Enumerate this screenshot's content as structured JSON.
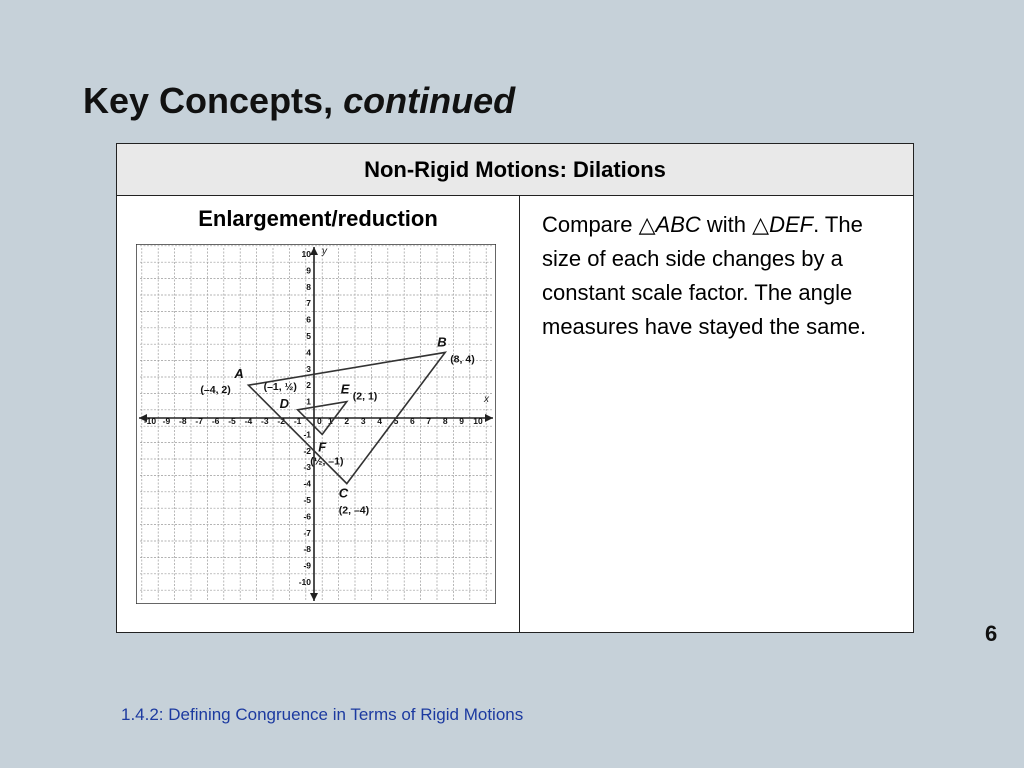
{
  "slide": {
    "title_main": "Key Concepts,",
    "title_italic": "continued",
    "page_number": "6",
    "footer": "1.4.2: Defining Congruence in Terms of Rigid Motions"
  },
  "table": {
    "header": "Non-Rigid Motions: Dilations",
    "left_heading": "Enlargement/reduction",
    "text": {
      "compare": "Compare",
      "tri_symbol": "△",
      "abc": "ABC",
      "with": "with",
      "def": "DEF",
      "period": ".",
      "rest": "The size of each side changes by a constant scale factor. The angle measures have stayed the same."
    }
  },
  "graph": {
    "x_axis_label": "x",
    "y_axis_label": "y",
    "x_ticks": [
      "-10",
      "-9",
      "-8",
      "-7",
      "-6",
      "-5",
      "-4",
      "-3",
      "-2",
      "-1",
      "1",
      "2",
      "3",
      "4",
      "5",
      "6",
      "7",
      "8",
      "9",
      "10"
    ],
    "y_ticks": [
      "10",
      "9",
      "8",
      "7",
      "6",
      "5",
      "4",
      "3",
      "2",
      "1",
      "-1",
      "-2",
      "-3",
      "-4",
      "-5",
      "-6",
      "-7",
      "-8",
      "-9",
      "-10"
    ],
    "origin_label": "0",
    "points": [
      {
        "name": "A",
        "coord": "(–4, 2)",
        "x": -4,
        "y": 2
      },
      {
        "name": "B",
        "coord": "(8, 4)",
        "x": 8,
        "y": 4
      },
      {
        "name": "C",
        "coord": "(2, –4)",
        "x": 2,
        "y": -4
      },
      {
        "name": "D",
        "coord": "(–1, ½)",
        "x": -1,
        "y": 0.5
      },
      {
        "name": "E",
        "coord": "(2, 1)",
        "x": 2,
        "y": 1
      },
      {
        "name": "F",
        "coord": "(½, –1)",
        "x": 0.5,
        "y": -1
      }
    ],
    "triangles": [
      [
        "A",
        "B",
        "C"
      ],
      [
        "D",
        "E",
        "F"
      ]
    ],
    "line_color": "#333333"
  }
}
